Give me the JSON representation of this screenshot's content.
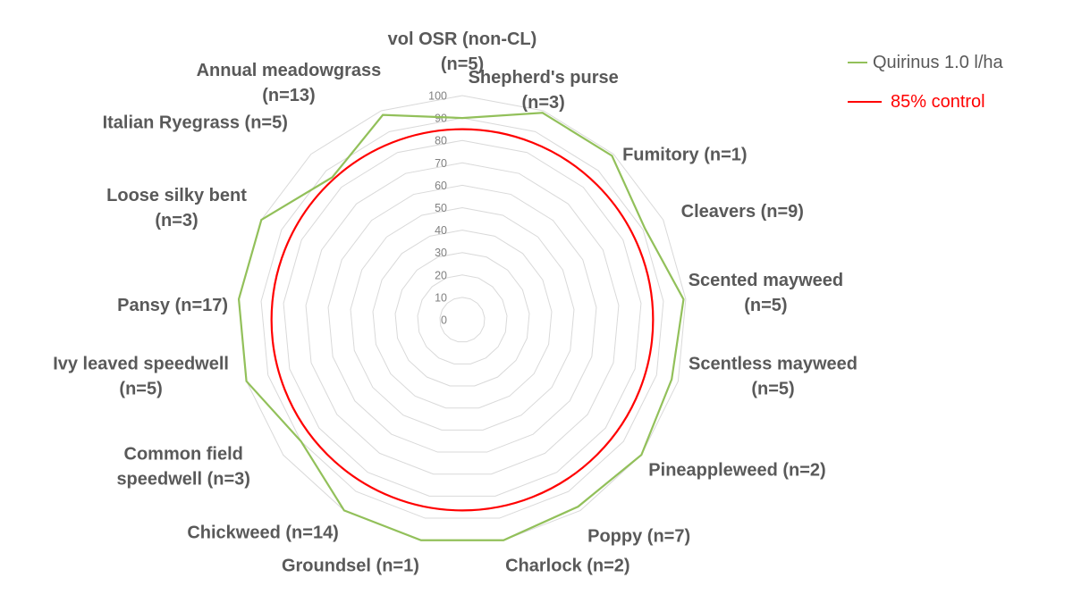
{
  "chart_data": {
    "type": "radar",
    "title": "",
    "categories": [
      [
        "vol OSR (non-CL)",
        "(n=5)"
      ],
      [
        "Shepherd's purse",
        "(n=3)"
      ],
      [
        "Fumitory (n=1)"
      ],
      [
        "Cleavers (n=9)"
      ],
      [
        "Scented mayweed",
        "(n=5)"
      ],
      [
        "Scentless mayweed",
        "(n=5)"
      ],
      [
        "Pineappleweed (n=2)"
      ],
      [
        "Poppy (n=7)"
      ],
      [
        "Charlock (n=2)"
      ],
      [
        "Groundsel (n=1)"
      ],
      [
        "Chickweed (n=14)"
      ],
      [
        "Common field",
        "speedwell (n=3)"
      ],
      [
        "Ivy leaved speedwell",
        "(n=5)"
      ],
      [
        "Pansy (n=17)"
      ],
      [
        "Loose silky bent",
        "(n=3)"
      ],
      [
        "Italian Ryegrass (n=5)"
      ],
      [
        "Annual meadowgrass",
        "(n=13)"
      ]
    ],
    "series": [
      {
        "name": "Quirinus 1.0 l/ha",
        "color": "#92c05a",
        "values": [
          90,
          99,
          99,
          91,
          99,
          97,
          100,
          98,
          100,
          100,
          100,
          90,
          100,
          100,
          100,
          86,
          98
        ]
      },
      {
        "name": "85% control",
        "color": "#ff0000",
        "values": [
          85,
          85,
          85,
          85,
          85,
          85,
          85,
          85,
          85,
          85,
          85,
          85,
          85,
          85,
          85,
          85,
          85
        ]
      }
    ],
    "radial_axis": {
      "range": [
        0,
        100
      ],
      "ticks": [
        "0",
        "10",
        "20",
        "30",
        "40",
        "50",
        "60",
        "70",
        "80",
        "90",
        "100"
      ]
    },
    "grid": true,
    "gridline_color": "#d9d9d9",
    "legend_position": "top-right"
  }
}
